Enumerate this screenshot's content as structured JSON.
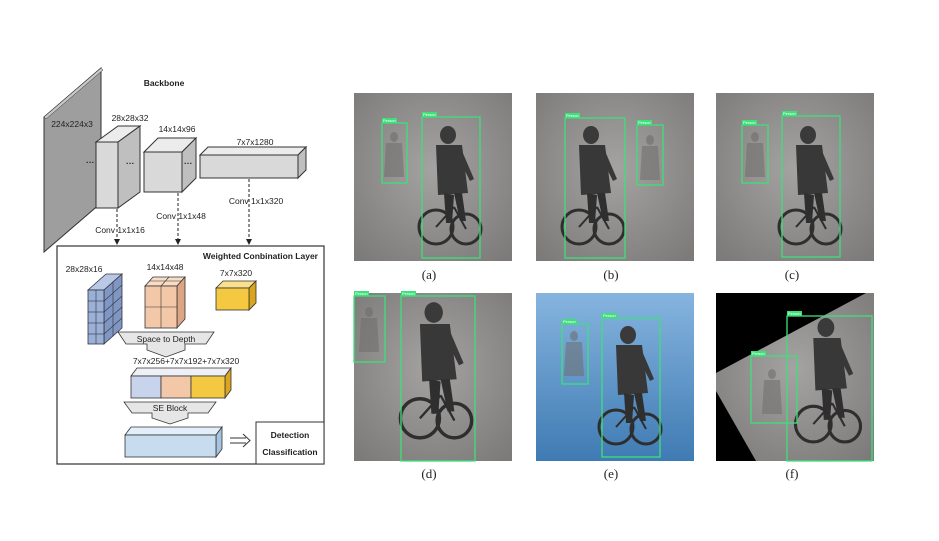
{
  "backbone": {
    "title": "Backbone",
    "input_label": "224x224x3",
    "stage1_label": "28x28x32",
    "stage2_label": "14x14x96",
    "stage3_label": "7x7x1280",
    "conv1_label": "Conv 1x1x16",
    "conv2_label": "Conv 1x1x48",
    "conv3_label": "Conv 1x1x320"
  },
  "wcl": {
    "title": "Weighted Conbination Layer",
    "grid_label": "28x28x16",
    "mid_label": "14x14x48",
    "small_label": "7x7x320",
    "s2d_label": "Space to Depth",
    "concat_label": "7x7x256+7x7x192+7x7x320",
    "se_label": "SE Block",
    "out1": "Detection",
    "out2": "Classification"
  },
  "panels": [
    {
      "caption": "(a)"
    },
    {
      "caption": "(b)"
    },
    {
      "caption": "(c)"
    },
    {
      "caption": "(d)"
    },
    {
      "caption": "(e)"
    },
    {
      "caption": "(f)"
    }
  ],
  "box_tag": "Person",
  "colors": {
    "box": "#3ee07a",
    "block_gray": "#d9d9d9",
    "grid_blue": "#9bb0d6",
    "mid_orange": "#f3c8a8",
    "small_yellow": "#f5c842",
    "se_blue": "#c8dcf0",
    "fog": "#8a8888",
    "sky": "#5f97c9"
  }
}
